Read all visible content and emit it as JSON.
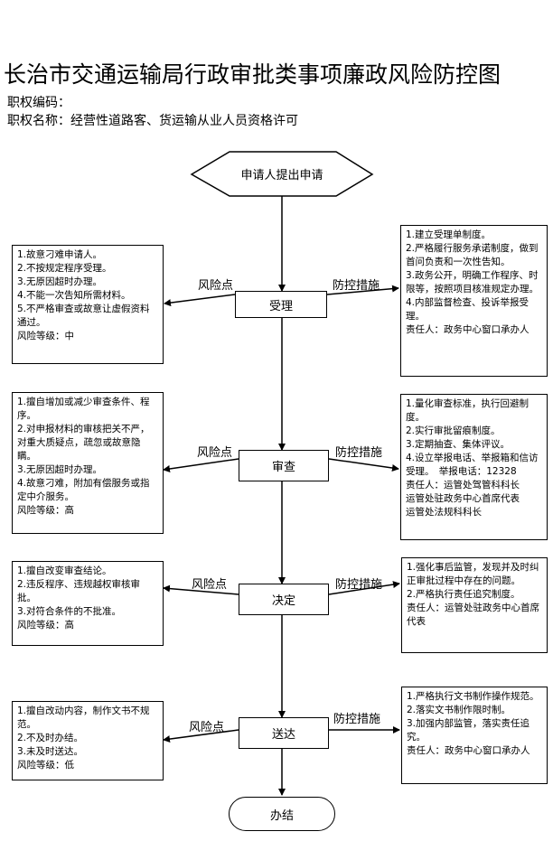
{
  "title": "长治市交通运输局行政审批类事项廉政风险防控图",
  "authority_code": "职权编码：",
  "authority_name": "职权名称：经营性道路客、货运输从业人员资格许可",
  "start": "申请人提出申请",
  "end": "办结",
  "risk_label": "风险点",
  "control_label": "防控措施",
  "steps": [
    {
      "name": "受理",
      "risks": [
        "1.故意刁难申请人。",
        "2.不按规定程序受理。",
        "3.无原因超时办理。",
        "4.不能一次告知所需材料。",
        "5.不严格审查或故意让虚假资料通过。",
        "风险等级：中"
      ],
      "controls": [
        "1.建立受理单制度。",
        "2.严格履行服务承诺制度，做到首问负责和一次性告知。",
        "3.政务公开，明确工作程序、时限等，按照项目核准规定办理。",
        "4.内部监督检查、投诉举报受理。",
        "责任人：政务中心窗口承办人"
      ]
    },
    {
      "name": "审查",
      "risks": [
        "1.擅自增加或减少审查条件、程序。",
        "2.对申报材料的审核把关不严，对重大质疑点，疏忽或故意隐瞒。",
        "3.无原因超时办理。",
        "4.故意刁难，附加有偿服务或指定中介服务。",
        "风险等级：高"
      ],
      "controls": [
        "1.量化审查标准，执行回避制度。",
        "2.实行审批留痕制度。",
        "3.定期抽查、集体评议。",
        "4.设立举报电话、举报箱和信访受理。　举报电话：12328",
        "责任人：运管处驾管科科长",
        "运管处驻政务中心首席代表",
        "运管处法规科科长"
      ]
    },
    {
      "name": "决定",
      "risks": [
        "1.擅自改变审查结论。",
        "2.违反程序、违规越权审核审批。",
        "3.对符合条件的不批准。",
        "风险等级：高"
      ],
      "controls": [
        "1.强化事后监管，发现并及时纠正审批过程中存在的问题。",
        "2.严格执行责任追究制度。",
        "责任人：运管处驻政务中心首席代表"
      ]
    },
    {
      "name": "送达",
      "risks": [
        "1.擅自改动内容，制作文书不规范。",
        "2.不及时办结。",
        "3.未及时送达。",
        "风险等级：低"
      ],
      "controls": [
        "1.严格执行文书制作操作规范。",
        "2.落实文书制作限时制。",
        "3.加强内部监管，落实责任追究。",
        "责任人：政务中心窗口承办人"
      ]
    }
  ]
}
